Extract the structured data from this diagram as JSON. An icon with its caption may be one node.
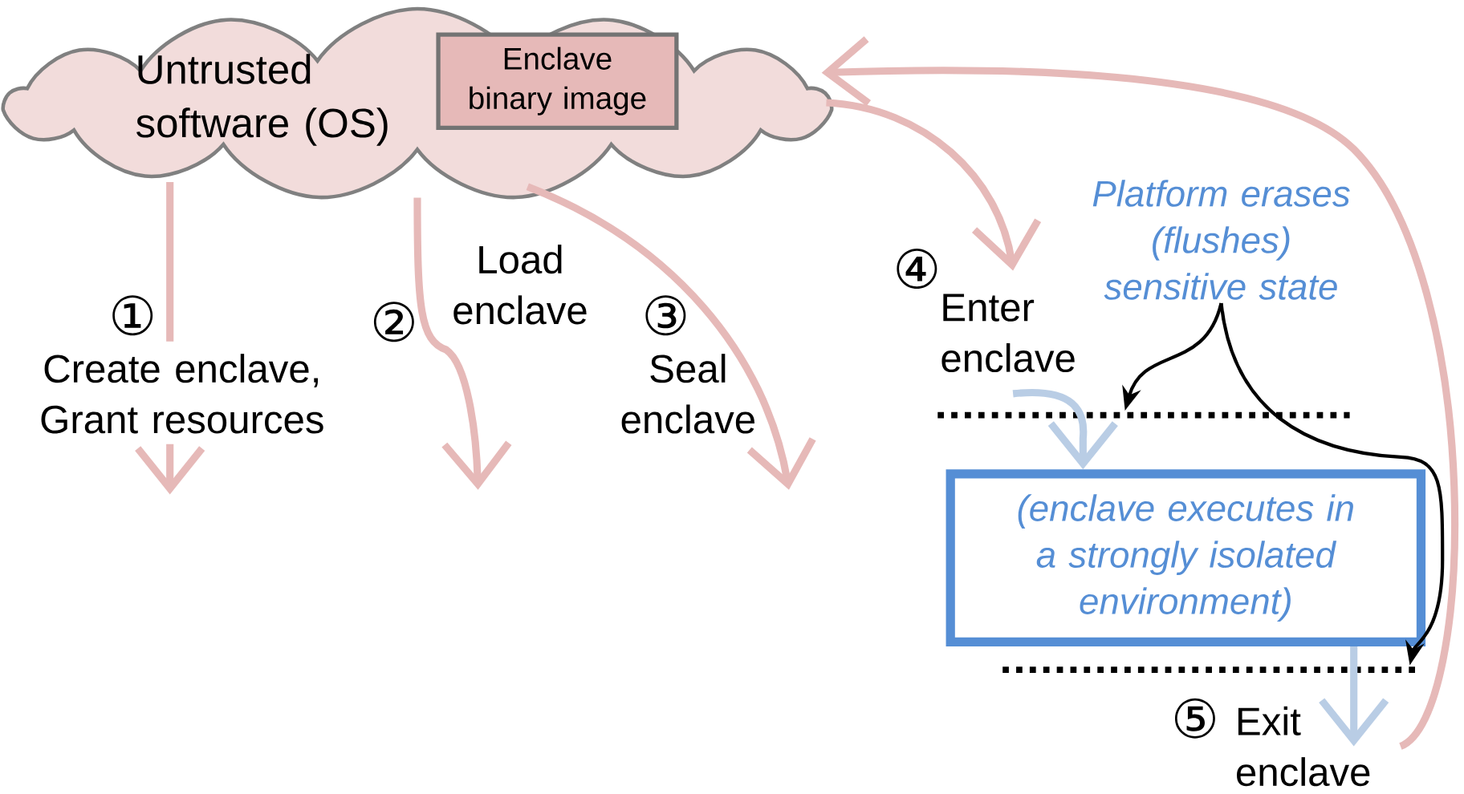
{
  "diagram": {
    "nodes": [
      {
        "text": [
          "Untrusted software (OS)"
        ]
      },
      {
        "text": [
          "Enclave binary image"
        ],
        "in": 0
      },
      {
        "text": [
          "Platform erases (flushes) sensitive state"
        ]
      },
      {
        "text": [
          "(enclave executes in a strongly isolated environment)"
        ]
      },
      {
        "text": [],
        "shape": "line"
      },
      {
        "text": [],
        "shape": "line"
      }
    ],
    "edges": [
      {
        "from": 0,
        "to": null,
        "arrow": "to",
        "label": "Create enclave, Grant resources"
      },
      {
        "from": 0,
        "to": null,
        "arrow": "to",
        "label": "Load enclave"
      },
      {
        "from": 0,
        "to": null,
        "arrow": "to",
        "label": "Seal enclave"
      },
      {
        "from": 0,
        "to": null,
        "arrow": "to",
        "label": "Enter enclave"
      },
      {
        "from": null,
        "to": 3,
        "arrow": "to",
        "color": "#b9cde5"
      },
      {
        "from": 3,
        "to": null,
        "arrow": "to",
        "label": "Exit enclave",
        "color": "#b9cde5"
      },
      {
        "from": null,
        "to": 0,
        "arrow": "to"
      },
      {
        "from": 2,
        "to": 4,
        "arrow": "to",
        "color": "#000000"
      },
      {
        "from": 2,
        "to": 5,
        "arrow": "to",
        "color": "#000000"
      }
    ],
    "labels": [
      "①",
      "②",
      "③",
      "④",
      "⑤"
    ]
  }
}
